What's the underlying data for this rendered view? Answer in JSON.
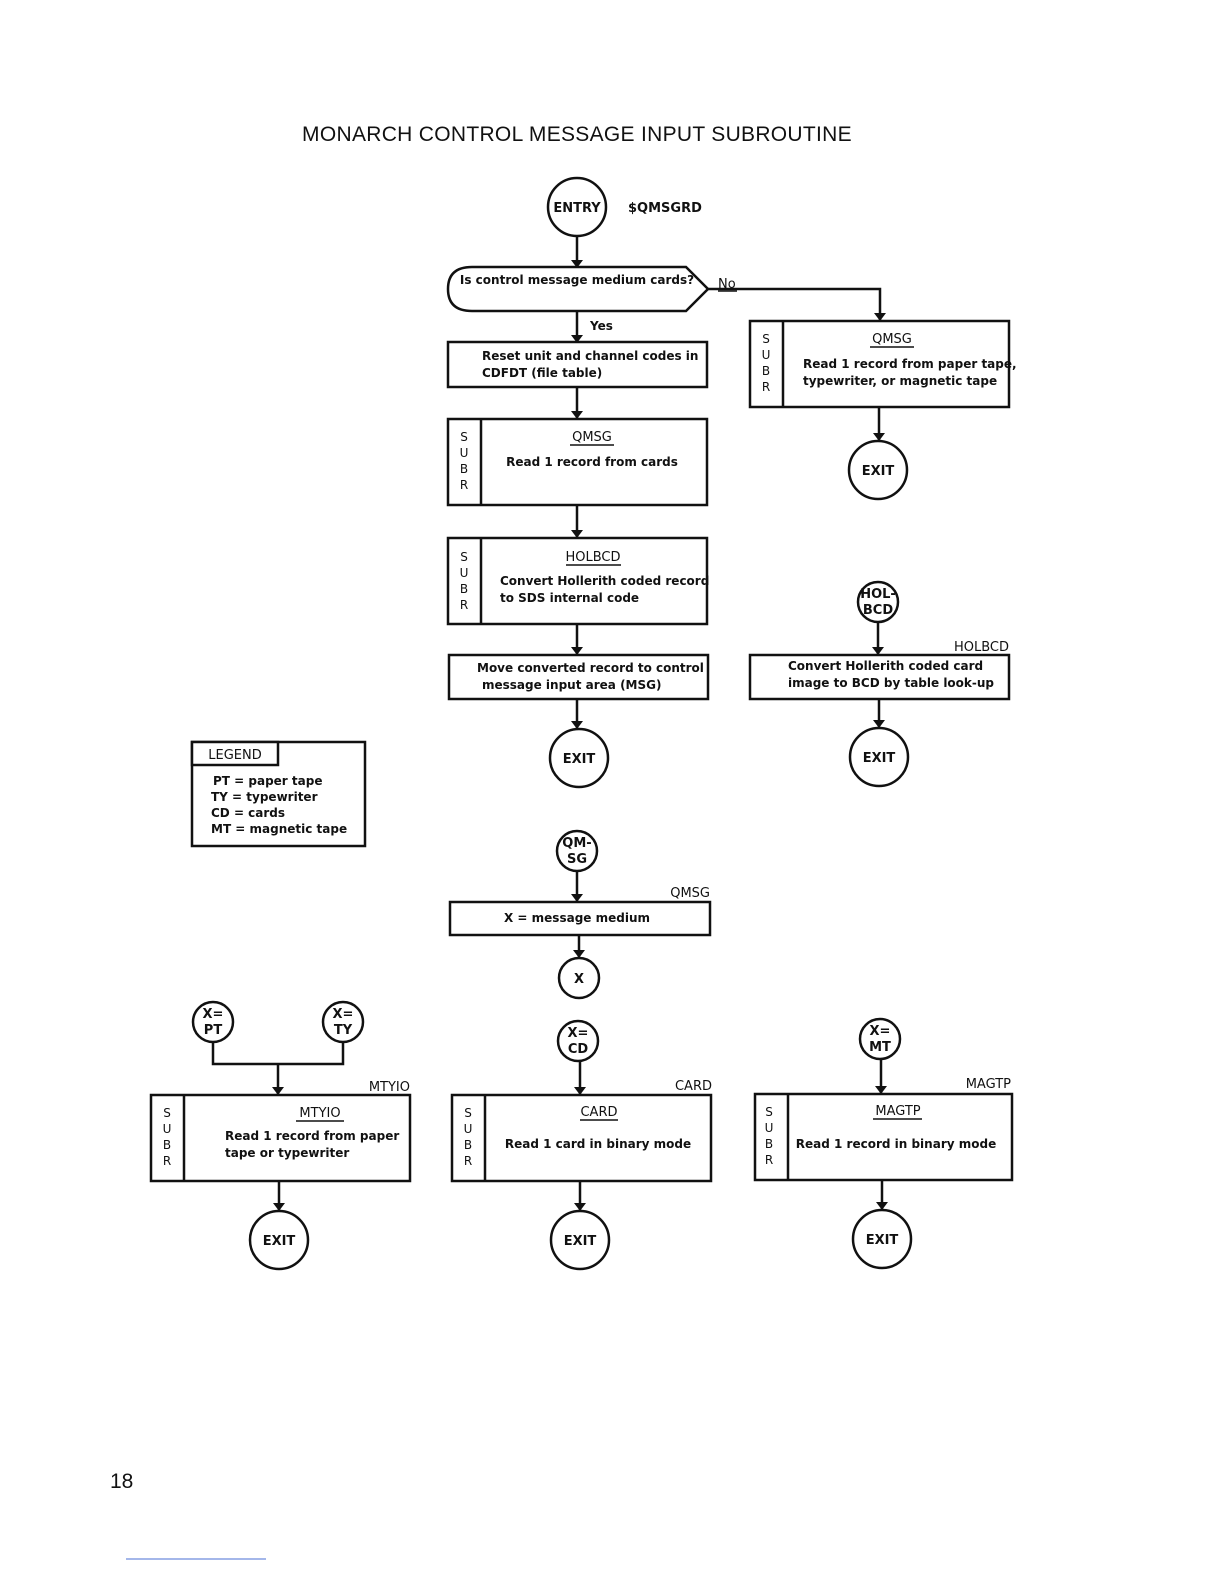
{
  "title": "MONARCH CONTROL MESSAGE INPUT SUBROUTINE",
  "page_number": "18",
  "entry": {
    "label": "ENTRY",
    "name": "$QMSGRD"
  },
  "decision": {
    "question": "Is control message medium cards?",
    "no": "No",
    "yes": "Yes"
  },
  "left_flow": {
    "reset": [
      "Reset unit and channel codes in",
      "CDFDT (file table)"
    ],
    "qmsg_cards": {
      "name": "QMSG",
      "text": "Read 1 record from cards"
    },
    "holbcd": {
      "name": "HOLBCD",
      "lines": [
        "Convert Hollerith coded record",
        "to SDS internal code"
      ]
    },
    "move": [
      "Move converted record to control",
      "message input area (MSG)"
    ],
    "exit": "EXIT"
  },
  "right_flow": {
    "qmsg_other": {
      "name": "QMSG",
      "lines": [
        "Read 1 record from paper tape,",
        "typewriter, or magnetic tape"
      ]
    },
    "exit": "EXIT"
  },
  "holbcd_routine": {
    "entry": [
      "HOL-",
      "BCD"
    ],
    "name": "HOLBCD",
    "lines": [
      "Convert Hollerith coded card",
      "image to BCD by table look-up"
    ],
    "exit": "EXIT"
  },
  "legend": {
    "title": "LEGEND",
    "items": [
      "PT = paper tape",
      "TY = typewriter",
      "CD = cards",
      "MT = magnetic tape"
    ]
  },
  "qmsg_routine": {
    "entry": [
      "QM-",
      "SG"
    ],
    "name": "QMSG",
    "text": "X = message medium",
    "connector": "X"
  },
  "subr_letters": [
    "S",
    "U",
    "B",
    "R"
  ],
  "bottom": {
    "mtyio": {
      "conn_a": [
        "X=",
        "PT"
      ],
      "conn_b": [
        "X=",
        "TY"
      ],
      "name": "MTYIO",
      "lines": [
        "Read 1 record from paper",
        "tape or typewriter"
      ],
      "exit": "EXIT"
    },
    "card": {
      "conn": [
        "X=",
        "CD"
      ],
      "name": "CARD",
      "text": "Read 1 card in binary mode",
      "exit": "EXIT"
    },
    "magtp": {
      "conn": [
        "X=",
        "MT"
      ],
      "name": "MAGTP",
      "text": "Read 1 record in binary mode",
      "exit": "EXIT"
    }
  }
}
